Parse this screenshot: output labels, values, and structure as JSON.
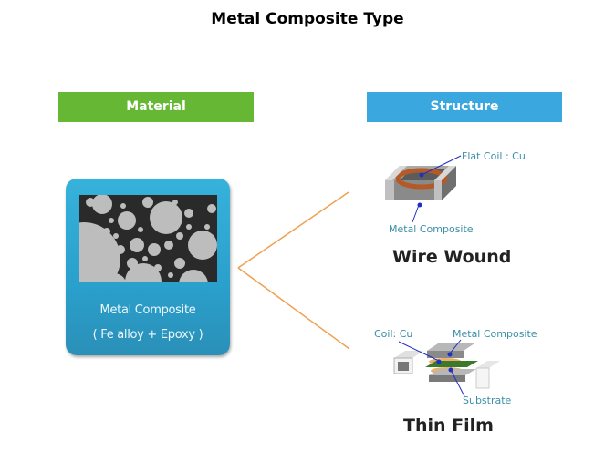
{
  "title": "Metal Composite Type",
  "headers": {
    "material": "Material",
    "structure": "Structure"
  },
  "material_card": {
    "line1": "Metal Composite",
    "line2": "( Fe alloy + Epoxy )",
    "image": "metal-composite-micrograph"
  },
  "structures": [
    {
      "name": "Wire Wound",
      "labels": [
        "Flat Coil : Cu",
        "Metal Composite"
      ]
    },
    {
      "name": "Thin Film",
      "labels": [
        "Coil: Cu",
        "Metal Composite",
        "Substrate"
      ]
    }
  ],
  "colors": {
    "material_header": "#66b834",
    "structure_header": "#3ba7df",
    "card": "#2aa0cc",
    "connector": "#f0a050",
    "label_text": "#3b8fa8",
    "pointer": "#2030c0"
  }
}
